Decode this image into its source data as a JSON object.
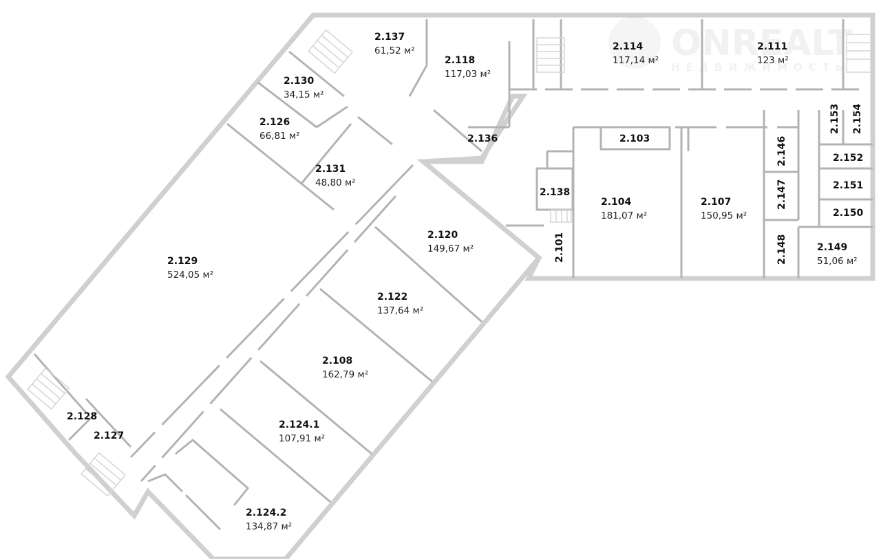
{
  "watermark": {
    "brand": "ONREALT",
    "subtitle": "НЕДВИЖИМОСТЬ"
  },
  "rooms": [
    {
      "number": "2.137",
      "area": "61,52 м²"
    },
    {
      "number": "2.118",
      "area": "117,03 м²"
    },
    {
      "number": "2.114",
      "area": "117,14 м²"
    },
    {
      "number": "2.111",
      "area": "123 м²"
    },
    {
      "number": "2.130",
      "area": "34,15 м²"
    },
    {
      "number": "2.126",
      "area": "66,81 м²"
    },
    {
      "number": "2.136",
      "area": ""
    },
    {
      "number": "2.103",
      "area": ""
    },
    {
      "number": "2.131",
      "area": "48,80 м²"
    },
    {
      "number": "2.138",
      "area": ""
    },
    {
      "number": "2.104",
      "area": "181,07 м²"
    },
    {
      "number": "2.107",
      "area": "150,95 м²"
    },
    {
      "number": "2.101",
      "area": ""
    },
    {
      "number": "2.120",
      "area": "149,67 м²"
    },
    {
      "number": "2.129",
      "area": "524,05 м²"
    },
    {
      "number": "2.122",
      "area": "137,64 м²"
    },
    {
      "number": "2.108",
      "area": "162,79 м²"
    },
    {
      "number": "2.128",
      "area": ""
    },
    {
      "number": "2.127",
      "area": ""
    },
    {
      "number": "2.124.1",
      "area": "107,91 м²"
    },
    {
      "number": "2.124.2",
      "area": "134,87 м²"
    },
    {
      "number": "2.146",
      "area": ""
    },
    {
      "number": "2.147",
      "area": ""
    },
    {
      "number": "2.148",
      "area": ""
    },
    {
      "number": "2.149",
      "area": "51,06 м²"
    },
    {
      "number": "2.153",
      "area": ""
    },
    {
      "number": "2.154",
      "area": ""
    },
    {
      "number": "2.152",
      "area": ""
    },
    {
      "number": "2.151",
      "area": ""
    },
    {
      "number": "2.150",
      "area": ""
    }
  ]
}
